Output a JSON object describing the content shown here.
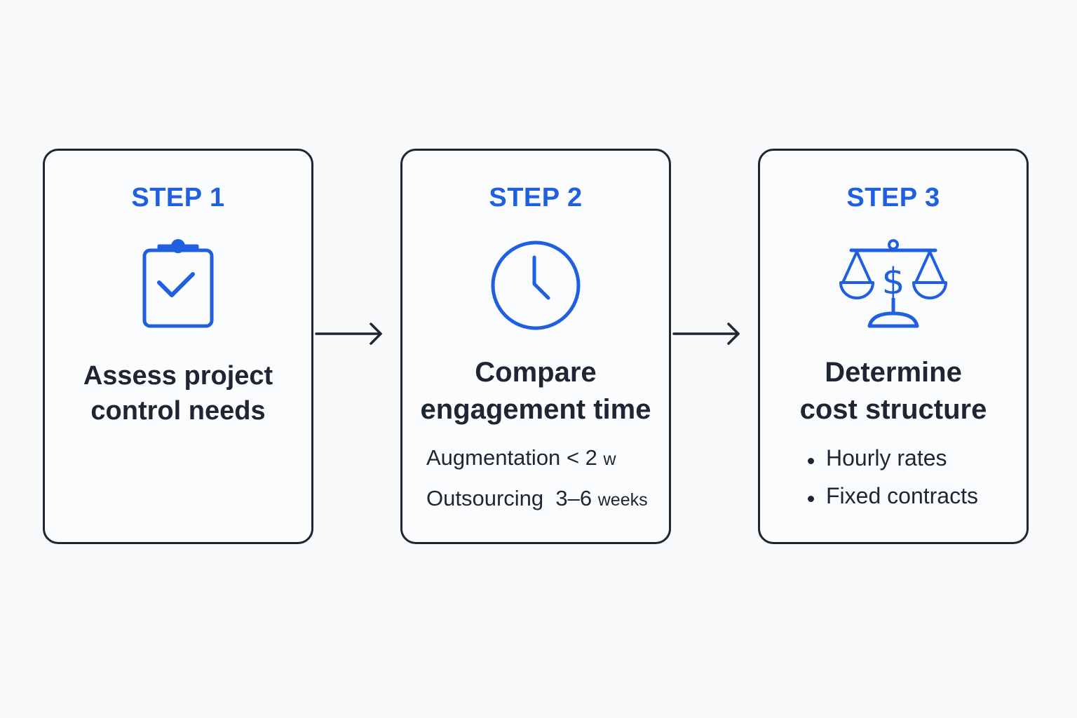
{
  "steps": [
    {
      "label": "STEP 1",
      "title_lines": [
        "Assess project",
        "control needs"
      ],
      "icon": "clipboard-check-icon"
    },
    {
      "label": "STEP 2",
      "title_lines": [
        "Compare",
        "engagement time"
      ],
      "icon": "clock-icon",
      "details": [
        {
          "name": "Augmentation",
          "value": "< 2",
          "unit": "w"
        },
        {
          "name": "Outsourcing",
          "value": "3–6",
          "unit": "weeks"
        }
      ]
    },
    {
      "label": "STEP 3",
      "title_lines": [
        "Determine",
        "cost structure"
      ],
      "icon": "scale-dollar-icon",
      "bullets": [
        "Hourly rates",
        "Fixed contracts"
      ]
    }
  ],
  "colors": {
    "accent": "#1f5fe0",
    "text": "#1f2633",
    "border": "#1f2633",
    "background": "#f9fafb"
  },
  "connectors": [
    "arrow-right-icon",
    "arrow-right-icon"
  ]
}
